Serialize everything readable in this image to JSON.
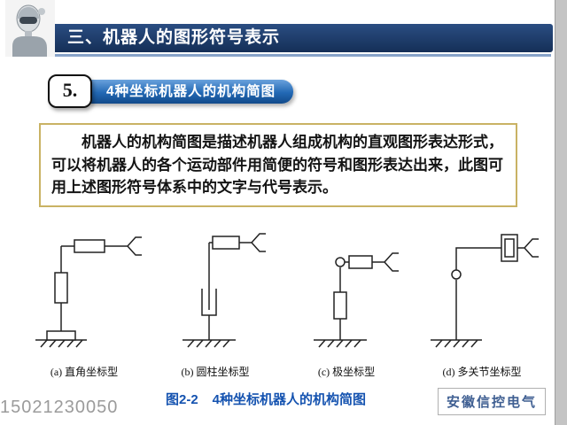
{
  "header": {
    "title": "三、机器人的图形符号表示"
  },
  "section": {
    "number": "5.",
    "label": "4种坐标机器人的机构简图"
  },
  "description": {
    "text": "机器人的机构简图是描述机器人组成机构的直观图形表达形式，可以将机器人的各个运动部件用简便的符号和图形表达出来，此图可用上述图形符号体系中的文字与代号表示。"
  },
  "figures": [
    {
      "label": "(a) 直角坐标型"
    },
    {
      "label": "(b) 圆柱坐标型"
    },
    {
      "label": "(c) 极坐标型"
    },
    {
      "label": "(d) 多关节坐标型"
    }
  ],
  "caption": {
    "figure_no": "图2-2",
    "title": "4种坐标机器人的机构简图"
  },
  "watermark": "15021230050",
  "brand": "安徽信控电气",
  "colors": {
    "header_bg": "#1b3a68",
    "header_accent": "#87a3c9",
    "section_label_blue": "#2268b4",
    "description_border": "#c9b264",
    "caption_blue": "#1553b0",
    "brand_text": "#3f5f92",
    "watermark_gray": "#9b9b9b",
    "scrollbar_gray": "#c4c4c4"
  }
}
